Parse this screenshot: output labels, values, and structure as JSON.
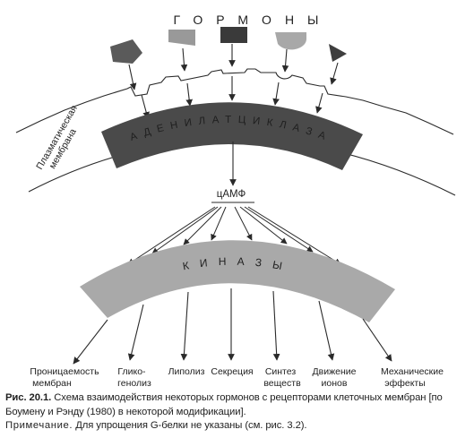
{
  "diagram": {
    "hormones_label": "ГОРМОНЫ",
    "membrane_label_line1": "Плазматическая",
    "membrane_label_line2": "мембрана",
    "adenylate_cyclase_label": "АДЕНИЛАТЦИКЛАЗА",
    "camp_label": "цАМФ",
    "kinases_label": "КИНАЗЫ",
    "effects": [
      {
        "line1": "Проницаемость",
        "line2": "мембран"
      },
      {
        "line1": "Глико-",
        "line2": "генолиз"
      },
      {
        "line1": "Липолиз",
        "line2": ""
      },
      {
        "line1": "Секреция",
        "line2": ""
      },
      {
        "line1": "Синтез",
        "line2": "веществ"
      },
      {
        "line1": "Движение",
        "line2": "ионов"
      },
      {
        "line1": "Механические",
        "line2": "эффекты"
      }
    ],
    "colors": {
      "pentagon_hormone": "#5a5a5a",
      "trapezoid_hormone": "#999999",
      "square_hormone": "#3a3a3a",
      "semicircle_hormone": "#a8a8a8",
      "triangle_hormone": "#3e3e3e",
      "adenylate_cyclase_band": "#4a4a4a",
      "kinase_band": "#a9a9a9"
    }
  },
  "caption": {
    "figure_label": "Рис. 20.1.",
    "figure_text": "Схема взаимодействия некоторых гормонов с рецепторами клеточных мембран [по Боумену и Рэнду (1980) в некоторой модификации].",
    "note_label": "Примечание.",
    "note_text": "Для упрощения G-белки не указаны (см. рис. 3.2)."
  }
}
